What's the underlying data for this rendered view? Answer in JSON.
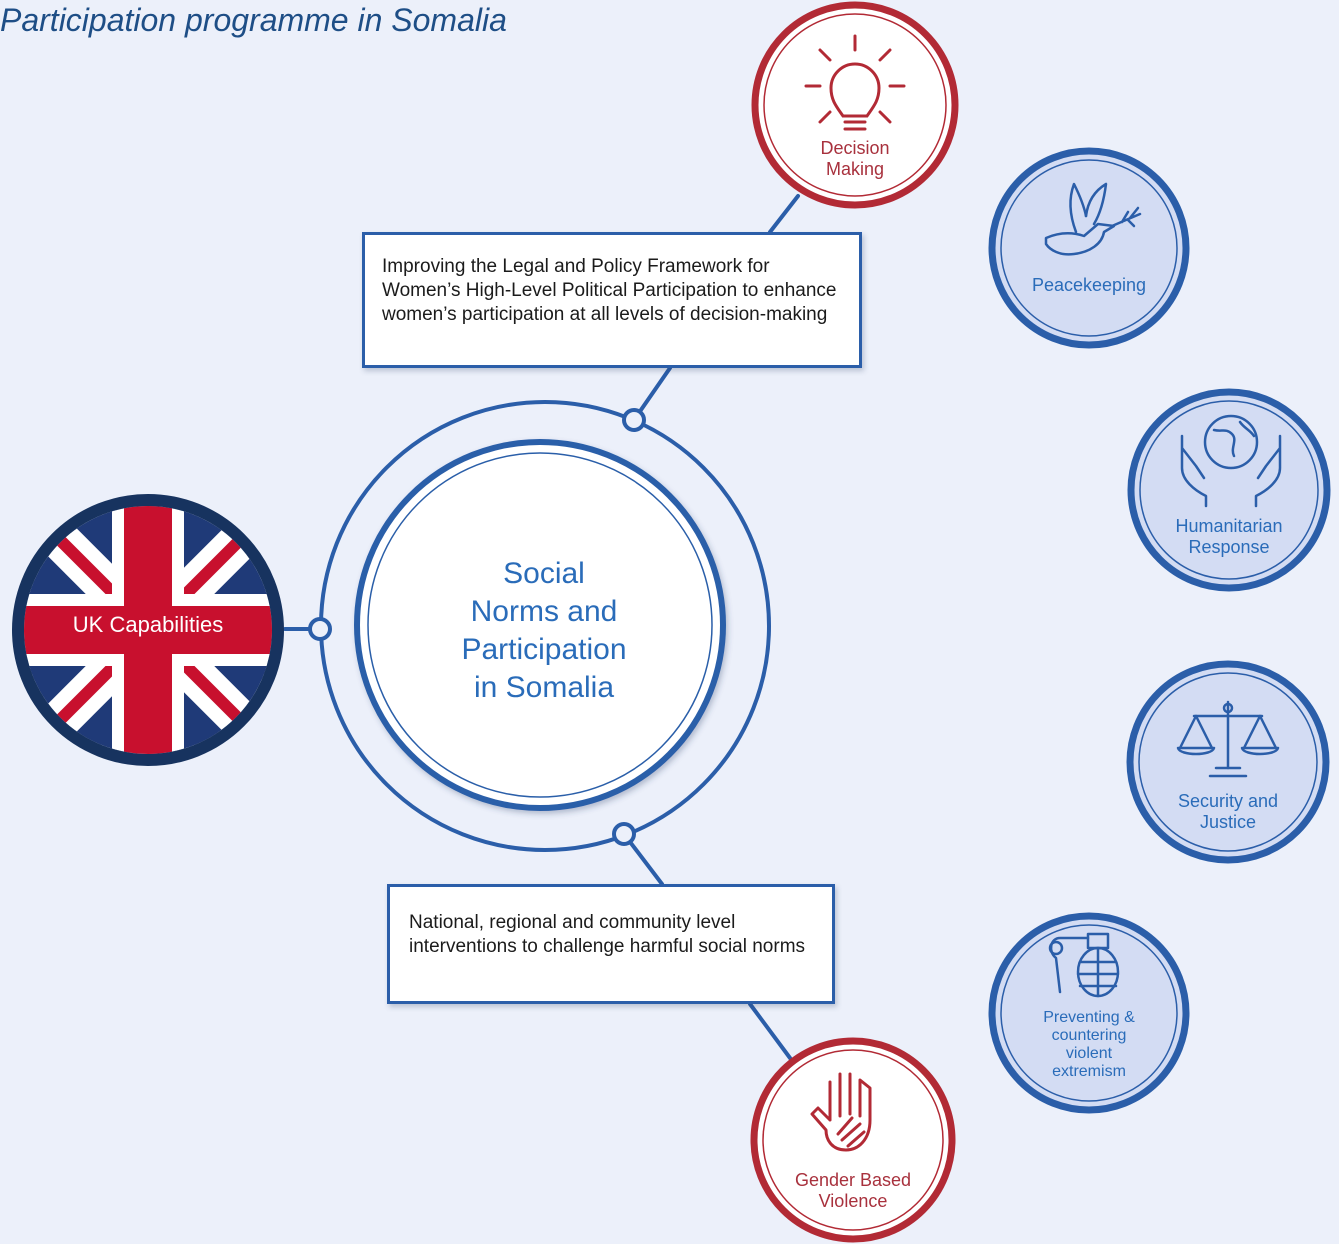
{
  "title": "Participation programme in Somalia",
  "center": {
    "lines": [
      "Social",
      "Norms and",
      "Participation",
      "in Somalia"
    ]
  },
  "uk": {
    "label": "UK Capabilities"
  },
  "boxes": {
    "top": "Improving the Legal and Policy Framework for Women’s High-Level Political Participation to enhance women’s participation at all levels of decision-making",
    "bottom": "National, regional and community level interventions to challenge harmful social norms"
  },
  "nodes": {
    "decision": {
      "lines": [
        "Decision",
        "Making"
      ],
      "icon": "lightbulb-icon"
    },
    "gbv": {
      "lines": [
        "Gender Based",
        "Violence"
      ],
      "icon": "raised-hands-icon"
    },
    "peacekeeping": {
      "lines": [
        "Peacekeeping"
      ],
      "icon": "dove-icon"
    },
    "humanitarian": {
      "lines": [
        "Humanitarian",
        "Response"
      ],
      "icon": "globe-in-hands-icon"
    },
    "security": {
      "lines": [
        "Security and",
        "Justice"
      ],
      "icon": "scales-icon"
    },
    "preventing": {
      "lines": [
        "Preventing &",
        "countering",
        "violent",
        "extremism"
      ],
      "icon": "grenade-icon"
    }
  },
  "colors": {
    "primary_blue": "#2b5ea9",
    "accent_red": "#b22a35",
    "light_blue_fill": "#d3dcf3",
    "background": "#ecf0fa",
    "flag_blue": "#1f3a78",
    "flag_red": "#c8102e"
  }
}
